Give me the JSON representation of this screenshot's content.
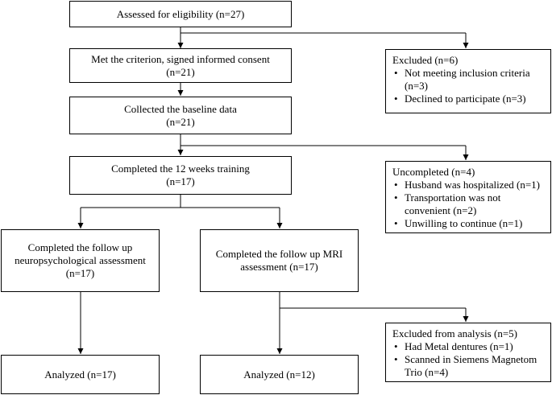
{
  "flow": {
    "eligibility": "Assessed for eligibility (n=27)",
    "consent": "Met the criterion, signed informed consent (n=21)",
    "baseline": {
      "line1": "Collected the baseline data",
      "line2": "(n=21)"
    },
    "training": {
      "line1": "Completed the 12 weeks training",
      "line2": "(n=17)"
    },
    "neuro_followup": {
      "line1": "Completed the follow up",
      "line2": "neuropsychological assessment",
      "line3": "(n=17)"
    },
    "mri_followup": {
      "line1": "Completed the follow up MRI",
      "line2": "assessment (n=17)"
    },
    "analyzed_neuro": "Analyzed (n=17)",
    "analyzed_mri": "Analyzed (n=12)",
    "excluded": {
      "title": "Excluded (n=6)",
      "items": [
        "Not meeting inclusion criteria (n=3)",
        "Declined to participate (n=3)"
      ]
    },
    "uncompleted": {
      "title": "Uncompleted (n=4)",
      "items": [
        "Husband was hospitalized (n=1)",
        "Transportation was not convenient (n=2)",
        "Unwilling to continue (n=1)"
      ]
    },
    "excluded_analysis": {
      "title": "Excluded from analysis (n=5)",
      "items": [
        "Had Metal dentures (n=1)",
        "Scanned in Siemens Magnetom Trio (n=4)"
      ]
    }
  },
  "colors": {
    "stroke": "#000000",
    "background": "#ffffff",
    "text": "#000000"
  }
}
